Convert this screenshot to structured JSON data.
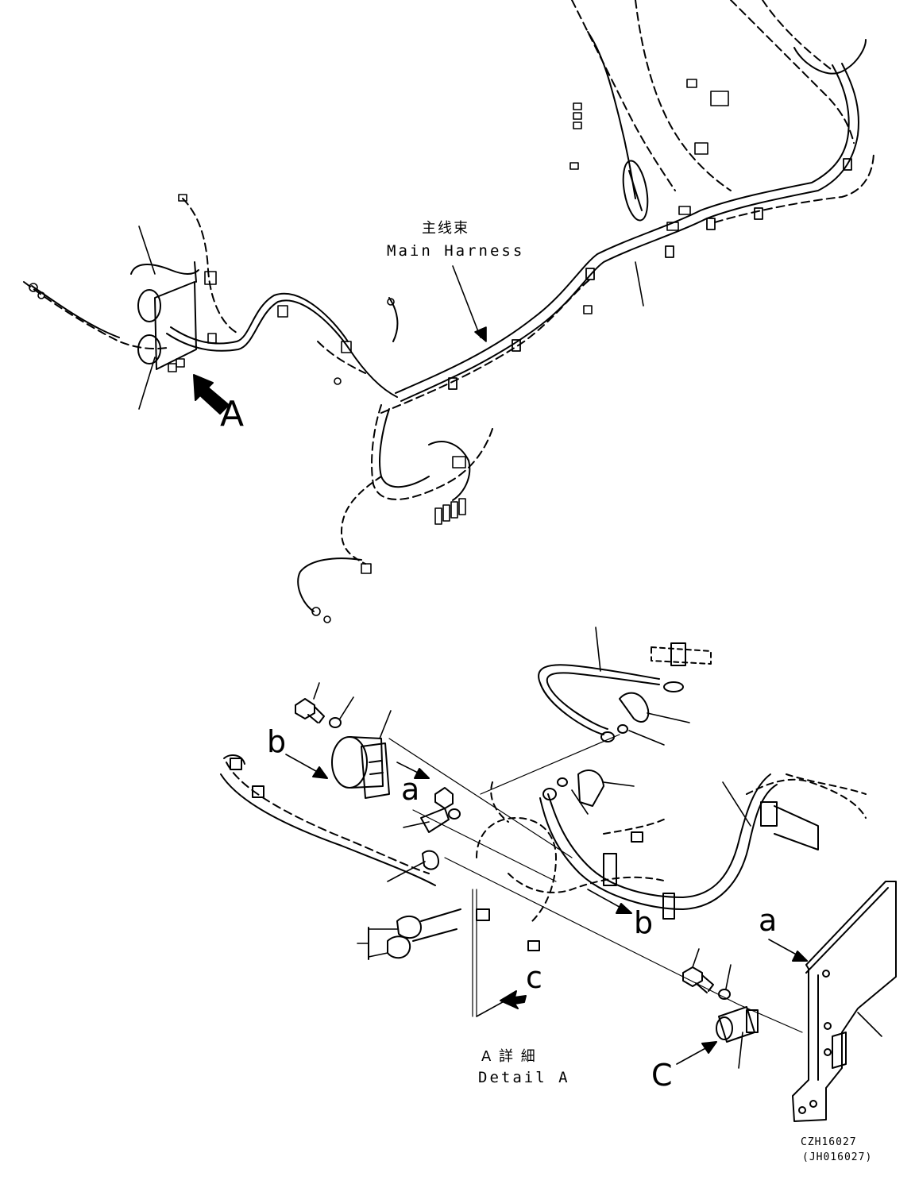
{
  "labels": {
    "main_harness_cn": "主线束",
    "main_harness_en": "Main Harness",
    "view_a": "A",
    "detail_a_cn": "A 詳 細",
    "detail_a_en": "Detail A",
    "callout_b_left": "b",
    "callout_a_upper": "a",
    "callout_b_right": "b",
    "callout_a_right": "a",
    "callout_c_lower": "c",
    "callout_c_upper": "C",
    "drawing_code": "CZH16027",
    "drawing_code_alt": "(JH016027)"
  },
  "colors": {
    "line": "#000000",
    "background": "#ffffff"
  }
}
